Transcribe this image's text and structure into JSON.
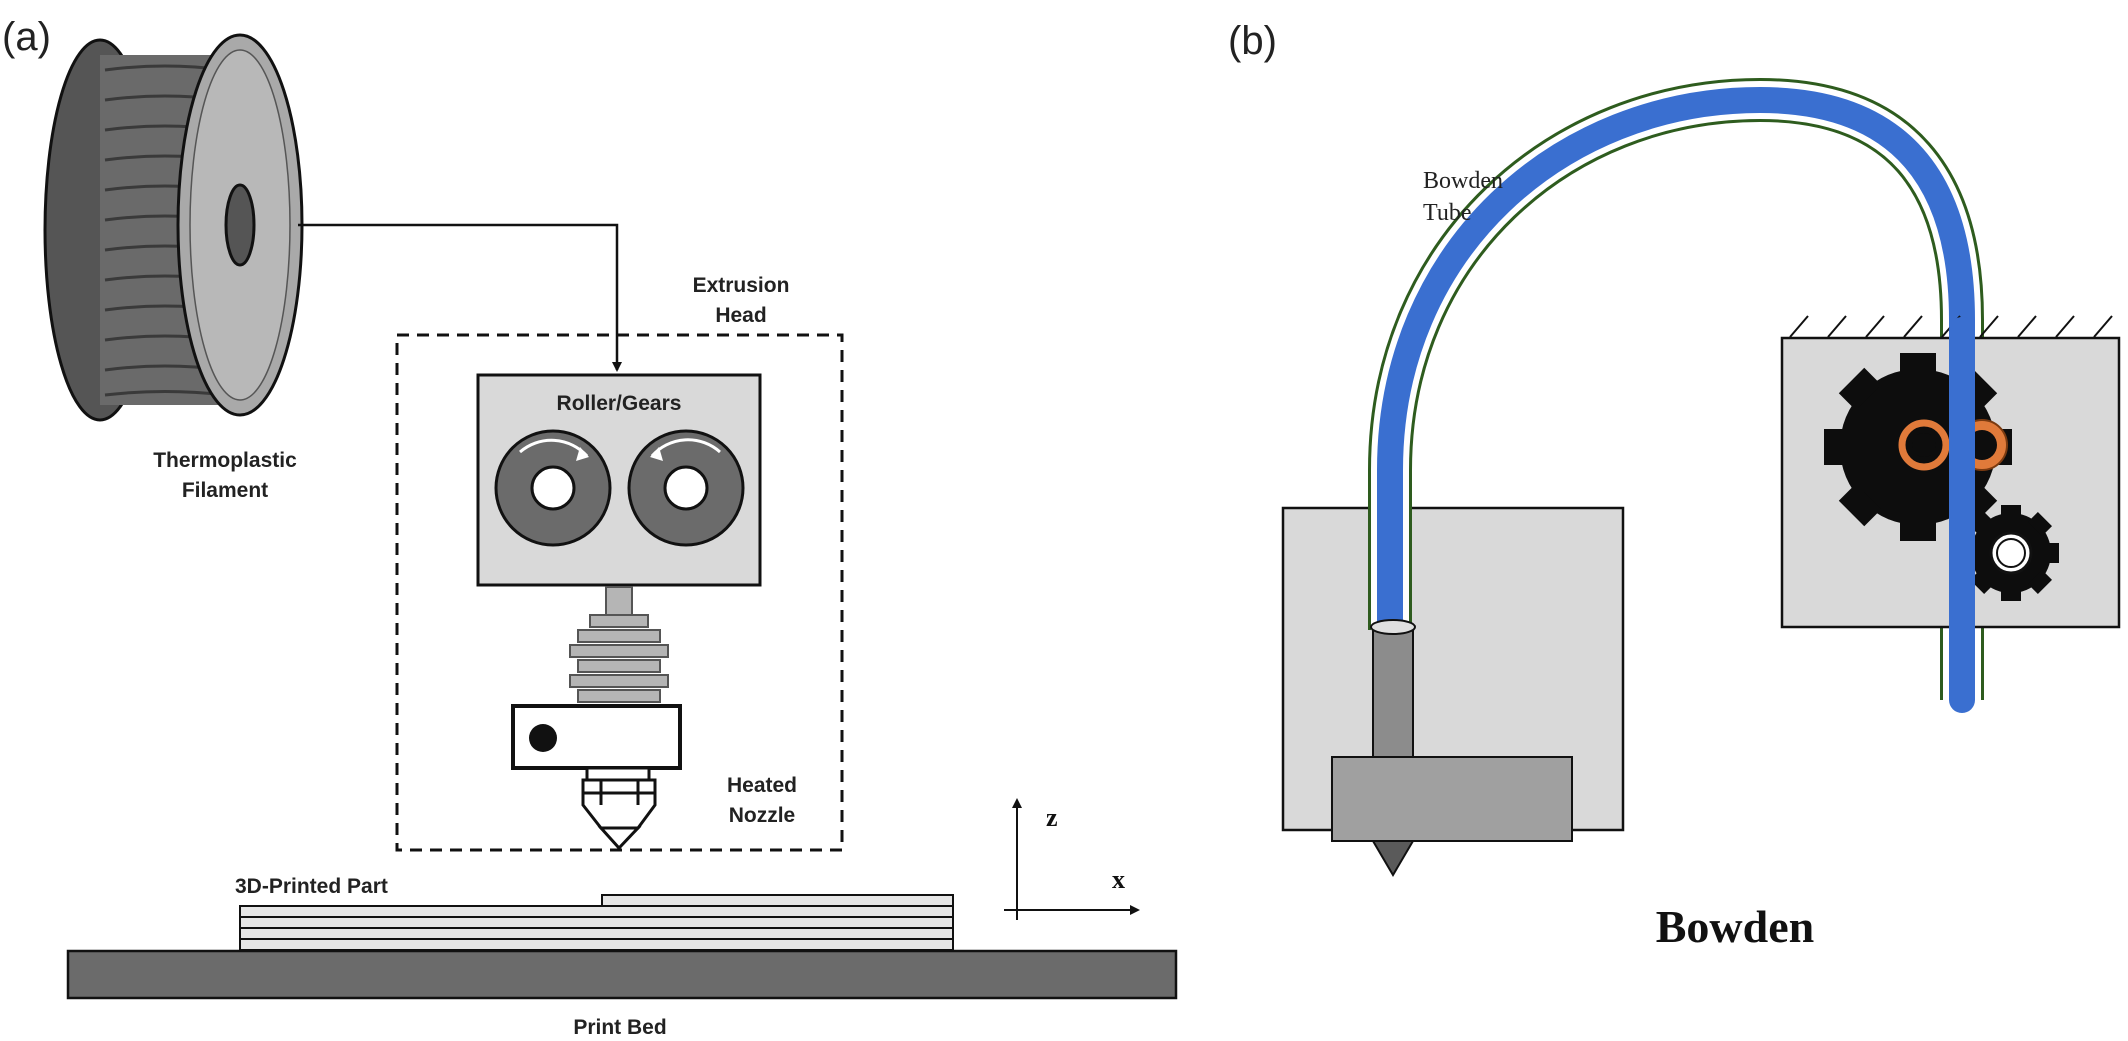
{
  "panel_a": {
    "tag": "(a)",
    "labels": {
      "filament_line1": "Thermoplastic",
      "filament_line2": "Filament",
      "extrusion_line1": "Extrusion",
      "extrusion_line2": "Head",
      "rollers": "Roller/Gears",
      "nozzle_line1": "Heated",
      "nozzle_line2": "Nozzle",
      "part": "3D-Printed Part",
      "bed": "Print Bed",
      "axis_z": "z",
      "axis_x": "x"
    }
  },
  "panel_b": {
    "tag": "(b)",
    "labels": {
      "tube_line1": "Bowden",
      "tube_line2": "Tube",
      "caption": "Bowden"
    }
  },
  "colors": {
    "outline": "#111111",
    "light_gray": "#d9d9d9",
    "mid_gray": "#8c8c8c",
    "dark_gray": "#5a5a5a",
    "tube_blue": "#3a6fd0",
    "tube_sheath": "#2e5c1e",
    "gear_black": "#0d0d0d",
    "bearing_orange": "#e07a3a"
  }
}
